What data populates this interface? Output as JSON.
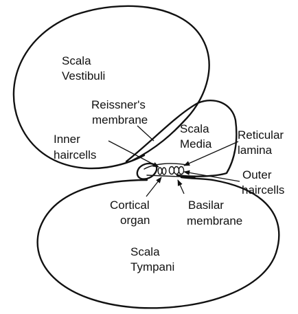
{
  "labels": {
    "scala_vestibuli": [
      "Scala",
      "Vestibuli"
    ],
    "reissners_membrane": [
      "Reissner's",
      "membrane"
    ],
    "inner_haircells": [
      "Inner",
      "haircells"
    ],
    "scala_media": [
      "Scala",
      "Media"
    ],
    "reticular_lamina": [
      "Reticular",
      "lamina"
    ],
    "outer_haircells": [
      "Outer",
      "haircells"
    ],
    "cortical_organ": [
      "Cortical",
      "organ"
    ],
    "basilar_membrane": [
      "Basilar",
      "membrane"
    ],
    "scala_tympani": [
      "Scala",
      "Tympani"
    ]
  },
  "colors": {
    "ink": "#111111",
    "background": "#ffffff"
  }
}
